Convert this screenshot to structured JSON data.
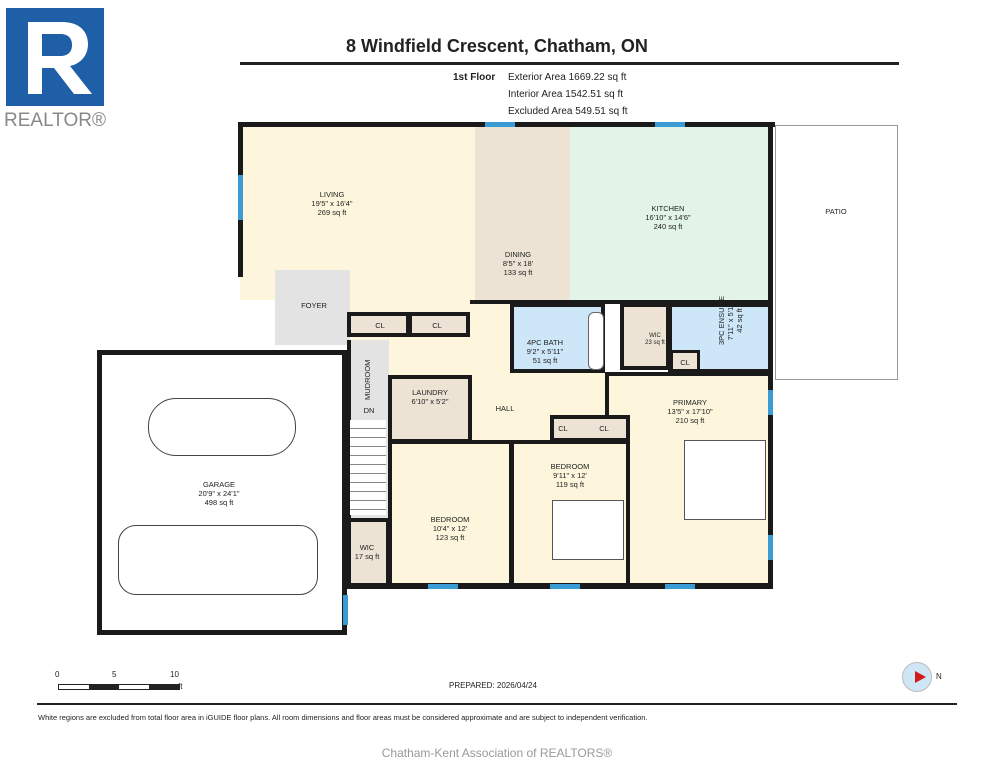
{
  "logo": {
    "text": "REALTOR®",
    "letter": "R"
  },
  "title": "8 Windfield Crescent, Chatham, ON",
  "floor": {
    "name": "1st Floor",
    "exterior": "Exterior Area 1669.22 sq ft",
    "interior": "Interior Area 1542.51 sq ft",
    "excluded": "Excluded Area 549.51 sq ft"
  },
  "rooms": {
    "living": {
      "name": "LIVING",
      "dims": "19'5\" x 16'4\"",
      "area": "269 sq ft"
    },
    "dining": {
      "name": "DINING",
      "dims": "8'5\" x 18'",
      "area": "133 sq ft"
    },
    "kitchen": {
      "name": "KITCHEN",
      "dims": "16'10\" x 14'6\"",
      "area": "240 sq ft"
    },
    "patio": {
      "name": "PATIO"
    },
    "foyer": {
      "name": "FOYER"
    },
    "cl": "CL",
    "bath4": {
      "name": "4PC BATH",
      "dims": "9'2\" x 5'11\"",
      "area": "51 sq ft"
    },
    "wic_primary": {
      "name": "WIC",
      "area": "23 sq ft"
    },
    "ensuite": {
      "name": "3PC ENSUITE",
      "dims": "7'11\" x 5'11\"",
      "area": "42 sq ft"
    },
    "mudroom": {
      "name": "MUDROOM"
    },
    "dn": "DN",
    "laundry": {
      "name": "LAUNDRY",
      "dims": "6'10\" x 5'2\""
    },
    "hall": {
      "name": "HALL"
    },
    "primary": {
      "name": "PRIMARY",
      "dims": "13'5\" x 17'10\"",
      "area": "210 sq ft"
    },
    "bedroom2": {
      "name": "BEDROOM",
      "dims": "9'11\" x 12'",
      "area": "119 sq ft"
    },
    "bedroom1": {
      "name": "BEDROOM",
      "dims": "10'4\" x 12'",
      "area": "123 sq ft"
    },
    "wic_left": {
      "name": "WIC",
      "area": "17 sq ft"
    },
    "garage": {
      "name": "GARAGE",
      "dims": "20'9\" x 24'1\"",
      "area": "498 sq ft"
    }
  },
  "scale": {
    "t0": "0",
    "t5": "5",
    "t10": "10",
    "unit": "ft"
  },
  "prepared": "PREPARED: 2026/04/24",
  "compass": "N",
  "disclaimer": "White regions are excluded from total floor area in iGUIDE floor plans. All room dimensions and floor areas must be considered approximate and are subject to independent verification.",
  "footer": "Chatham-Kent Association of REALTORS®",
  "colors": {
    "living": "#fdf6dd",
    "dining": "#ece3d4",
    "kitchen": "#e2f4e8",
    "bath": "#cde7f8",
    "grey": "#e3e3e3",
    "window": "#3a9bd5"
  }
}
